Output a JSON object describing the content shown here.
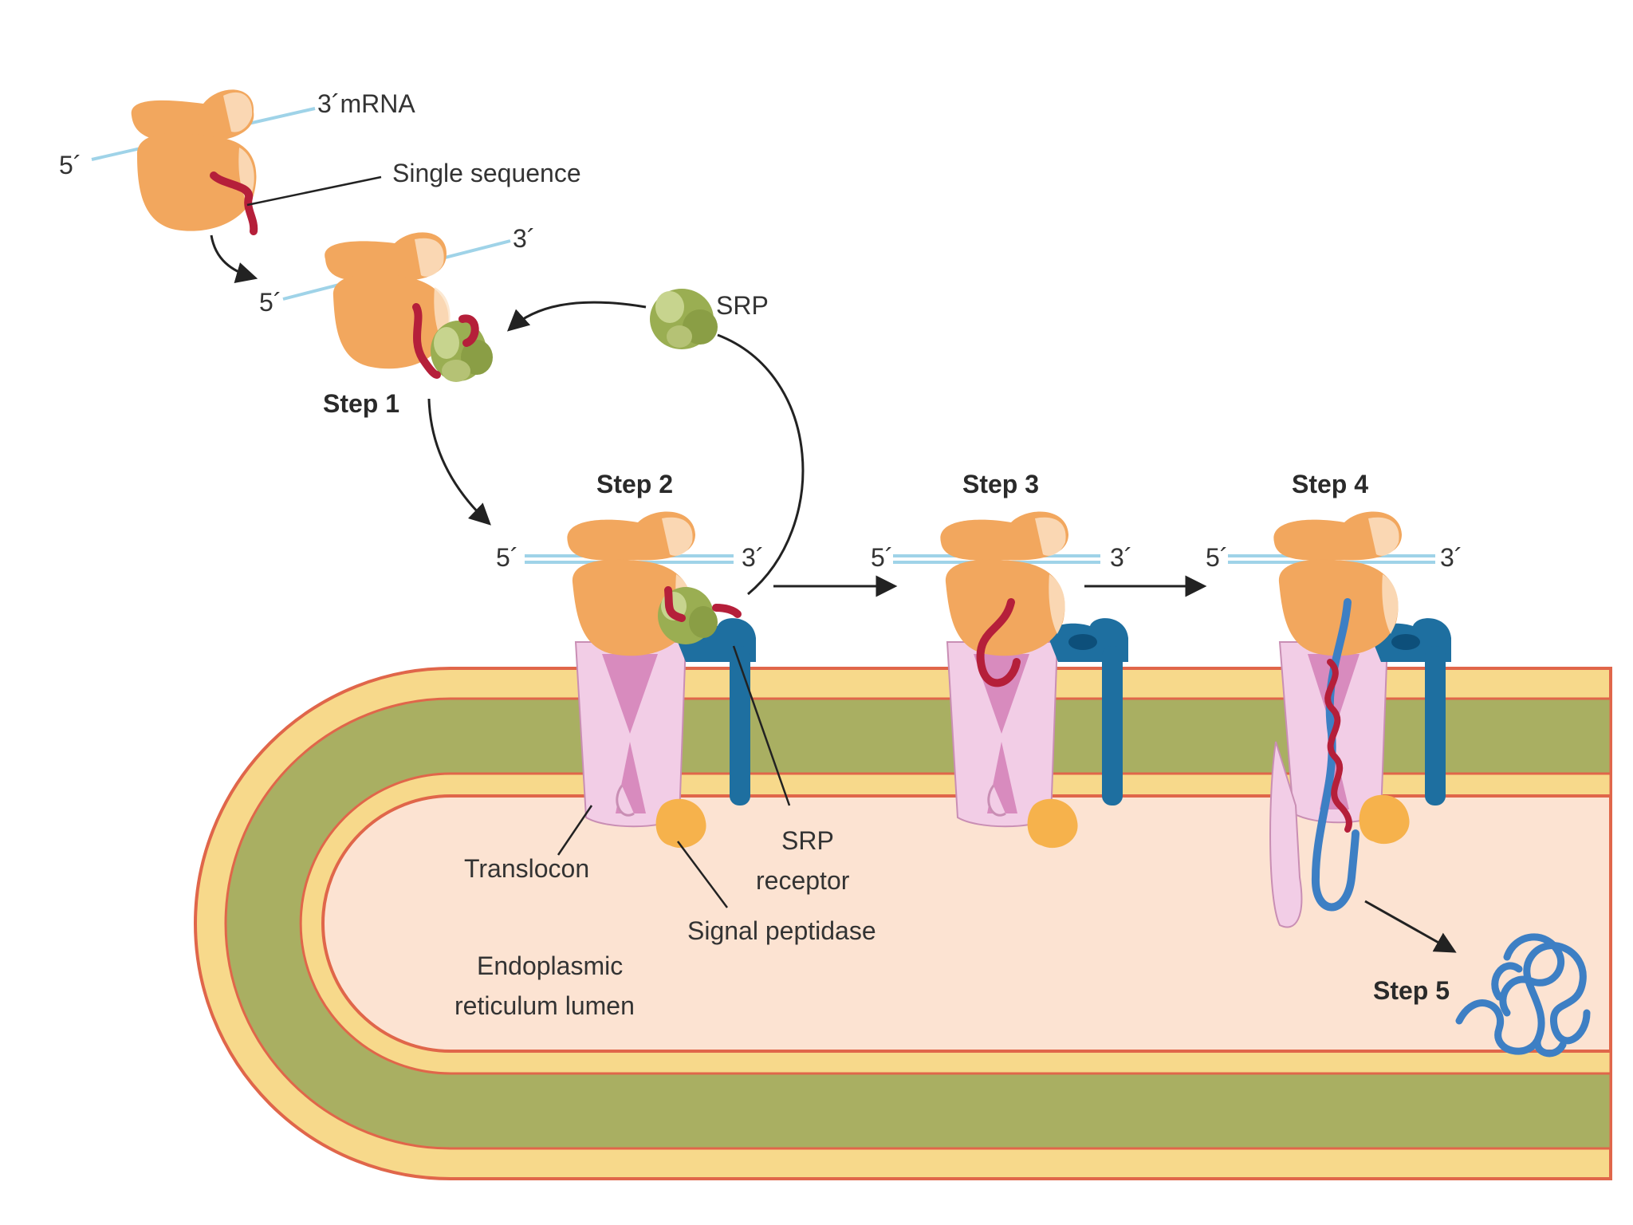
{
  "labels": {
    "mrna_3": "3´mRNA",
    "five_prime": "5´",
    "three_prime": "3´",
    "signal_sequence": "Single sequence",
    "srp": "SRP",
    "step1": "Step 1",
    "step2": "Step 2",
    "step3": "Step 3",
    "step4": "Step 4",
    "step5": "Step 5",
    "srp_receptor_line1": "SRP",
    "srp_receptor_line2": "receptor",
    "translocon": "Translocon",
    "signal_peptidase": "Signal peptidase",
    "lumen_line1": "Endoplasmic",
    "lumen_line2": "reticulum lumen"
  },
  "colors": {
    "ribosome": "#F2A75E",
    "ribosome_highlight": "#FBE3C8",
    "mrna": "#9FD3E8",
    "signal_peptide": "#B51F3A",
    "srp": "#9AAE52",
    "srp_receptor": "#1E6FA0",
    "translocon": "#F2CDE6",
    "translocon_inner": "#D88BBE",
    "membrane_outer": "#F7D98B",
    "membrane_core": "#A9AF62",
    "membrane_line": "#E0664A",
    "lumen": "#FCE3D2",
    "peptidase": "#F6B24C",
    "protein": "#3D7FC4"
  }
}
